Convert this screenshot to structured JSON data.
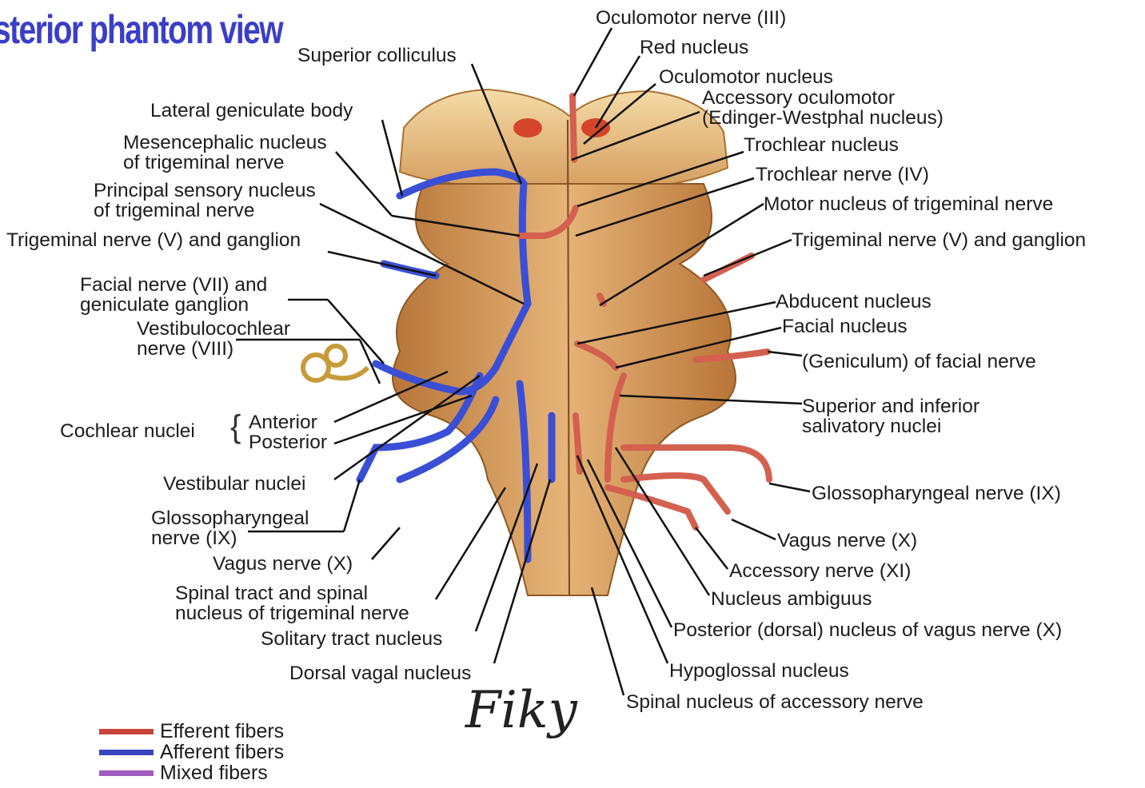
{
  "title": "sterior phantom view",
  "labels": {
    "oculomotor_nerve": "Oculomotor nerve (III)",
    "red_nucleus": "Red nucleus",
    "oculomotor_nucleus": "Oculomotor nucleus",
    "accessory_oculomotor_1": "Accessory oculomotor",
    "accessory_oculomotor_2": "(Edinger-Westphal nucleus)",
    "trochlear_nucleus": "Trochlear nucleus",
    "trochlear_nerve": "Trochlear nerve (IV)",
    "motor_nucleus_trigeminal": "Motor nucleus of trigeminal nerve",
    "trigeminal_right": "Trigeminal nerve (V) and ganglion",
    "abducent_nucleus": "Abducent nucleus",
    "facial_nucleus": "Facial nucleus",
    "geniculum": "(Geniculum) of facial nerve",
    "salivatory_1": "Superior and inferior",
    "salivatory_2": "salivatory nuclei",
    "glossopharyngeal_right": "Glossopharyngeal nerve (IX)",
    "vagus_right": "Vagus nerve (X)",
    "accessory_nerve": "Accessory nerve (XI)",
    "nucleus_ambiguus": "Nucleus ambiguus",
    "posterior_vagus": "Posterior (dorsal) nucleus of vagus nerve (X)",
    "hypoglossal_nucleus": "Hypoglossal nucleus",
    "spinal_accessory": "Spinal nucleus of accessory nerve",
    "superior_colliculus": "Superior colliculus",
    "lateral_geniculate": "Lateral geniculate body",
    "mesencephalic_1": "Mesencephalic nucleus",
    "mesencephalic_2": "of trigeminal nerve",
    "principal_1": "Principal sensory nucleus",
    "principal_2": "of trigeminal nerve",
    "trigeminal_left": "Trigeminal nerve (V) and ganglion",
    "facial_nerve_1": "Facial nerve (VII) and",
    "facial_nerve_2": "geniculate ganglion",
    "vestibulocochlear_1": "Vestibulocochlear",
    "vestibulocochlear_2": "nerve (VIII)",
    "cochlear_nuclei": "Cochlear nuclei",
    "cochlear_anterior": "Anterior",
    "cochlear_posterior": "Posterior",
    "vestibular_nuclei": "Vestibular nuclei",
    "glossopharyngeal_left_1": "Glossopharyngeal",
    "glossopharyngeal_left_2": "nerve (IX)",
    "vagus_left": "Vagus nerve (X)",
    "spinal_tract_1": "Spinal tract and spinal",
    "spinal_tract_2": "nucleus of trigeminal nerve",
    "solitary_tract": "Solitary tract nucleus",
    "dorsal_vagal": "Dorsal vagal nucleus"
  },
  "legend": [
    {
      "label": "Efferent fibers",
      "color": "#c8453a"
    },
    {
      "label": "Afferent fibers",
      "color": "#3a44c0"
    },
    {
      "label": "Mixed fibers",
      "color": "#a15cc0"
    }
  ],
  "signature": "Fiky",
  "colors": {
    "tissue": "#c98a4b",
    "tissue_light": "#e8c08a",
    "afferent": "#3a4fd6",
    "efferent": "#d4604f"
  }
}
